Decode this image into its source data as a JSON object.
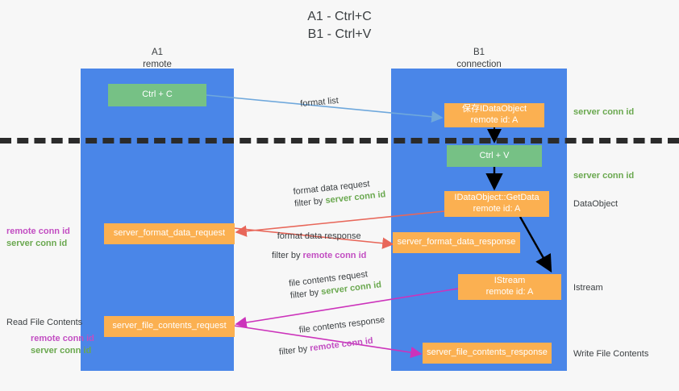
{
  "title": {
    "line1": "A1 - Ctrl+C",
    "line2": "B1 - Ctrl+V"
  },
  "columns": [
    {
      "name": "A1",
      "subtitle": "remote"
    },
    {
      "name": "B1",
      "subtitle": "connection"
    }
  ],
  "colors": {
    "lane": "#4a86e8",
    "box_green": "#76c185",
    "box_orange": "#fbb051",
    "server_conn_id": "#6aa84f",
    "remote_conn_id": "#c24ec2",
    "arrow_blue": "#6fa8dc",
    "arrow_red": "#e8675a",
    "arrow_magenta": "#cc33bb",
    "arrow_black": "#000000",
    "separator": "#2b2b2b",
    "background": "#f7f7f7"
  },
  "boxes": {
    "ctrl_c": "Ctrl + C",
    "ctrl_v": "Ctrl + V",
    "idataobject_save": "保存IDataObject",
    "idataobject_save_sub": "remote id: A",
    "getdata": "IDataObject::GetData",
    "getdata_sub": "remote id: A",
    "istream": "IStream",
    "istream_sub": "remote id: A",
    "server_format_data_request": "server_format_data_request",
    "server_format_data_response": "server_format_data_response",
    "server_file_contents_request": "server_file_contents_request",
    "server_file_contents_response": "server_file_contents_response"
  },
  "arrow_labels": {
    "format_list": "format list",
    "format_data_request": "format data request",
    "format_data_request_filter_prefix": "filter by ",
    "format_data_request_filter_value": "server conn id",
    "format_data_response": "format data response",
    "format_data_response_filter_prefix": "filter by ",
    "format_data_response_filter_value": "remote conn id",
    "file_contents_request": "file contents request",
    "file_contents_request_filter_prefix": "filter by ",
    "file_contents_request_filter_value": "server conn id",
    "file_contents_response": "file contents response",
    "file_contents_response_filter_prefix": "filter by ",
    "file_contents_response_filter_value": "remote conn id"
  },
  "right_labels": {
    "server_conn_id_top": "server conn id",
    "server_conn_id_mid": "server conn id",
    "dataobject": "DataObject",
    "istream": "Istream",
    "write_file_contents": "Write File Contents"
  },
  "left_labels": {
    "remote_conn_id_1": "remote conn id",
    "server_conn_id_1": "server conn id",
    "read_file_contents": "Read File Contents",
    "remote_conn_id_2": "remote conn id",
    "server_conn_id_2": "server conn id"
  }
}
